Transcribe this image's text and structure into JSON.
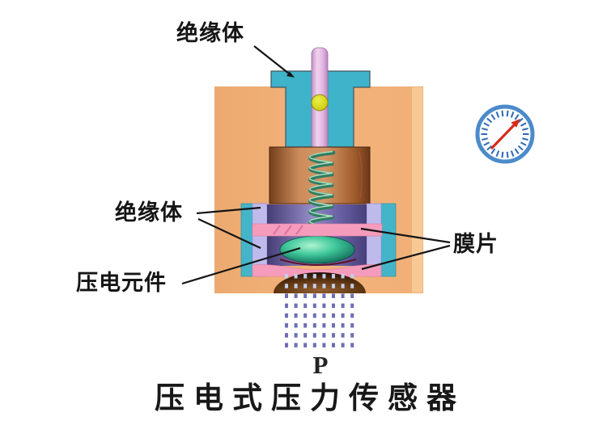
{
  "figure": {
    "labels": {
      "insulator_top": "绝缘体",
      "insulator_side": "绝缘体",
      "piezo_element": "压电元件",
      "diaphragm": "膜片",
      "pressure_symbol": "P"
    },
    "title": "压电式压力传感器",
    "icons": {
      "gauge": "pressure-gauge-dial"
    },
    "colors": {
      "housing_orange": "#f0ae74",
      "housing_highlight": "#f7cd98",
      "insulator_teal": "#3eb3c9",
      "rod_pink": "#eecaec",
      "contact_yellow": "#d8d81e",
      "cylinder_copper": "#c9885a",
      "insulator_lavender": "#bfbaec",
      "inner_purple": "#5f5596",
      "diaphragm_pink": "#f59cbc",
      "piezo_green": "#3fc69a",
      "spring_green": "#2f7d62",
      "dome_brown": "#5c3410",
      "pressure_dots": "#6e6eb4",
      "pressure_dots_light": "#c6cdea",
      "gauge_blue": "#4c8aca",
      "gauge_tick_blue": "#2f68b4",
      "needle_red": "#d62a1a",
      "label_line": "#141414"
    }
  }
}
